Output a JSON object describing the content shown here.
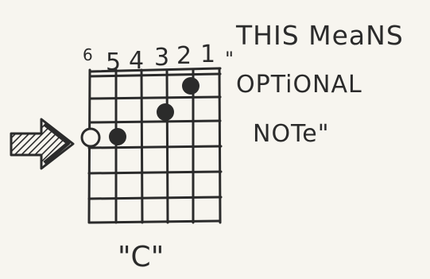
{
  "diagram": {
    "string_numbers": [
      "6",
      "5",
      "4",
      "3",
      "2",
      "1"
    ],
    "annotation": {
      "open_quote": "\"",
      "line1": "THIS MeaNS",
      "line2": "OPTiONAL",
      "line3": "NOTe\""
    },
    "chord_name": "\"C\"",
    "ink_color": "#2b2b2b",
    "paper_color": "#f7f5ef"
  }
}
